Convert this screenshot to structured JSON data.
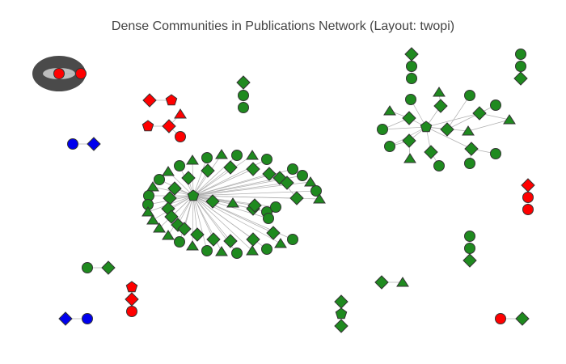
{
  "title": "Dense Communities in Publications Network (Layout: twopi)",
  "colors": {
    "green": "#1f8a1f",
    "red": "#ff0000",
    "blue": "#0000ee",
    "edge": "#b0b0b0",
    "node_stroke": "#333333",
    "hub_dark": "#4a4a4a",
    "hub_light": "#bdbdbd"
  },
  "legend_shapes": [
    "circle",
    "diamond",
    "triangle",
    "pentagon"
  ]
}
